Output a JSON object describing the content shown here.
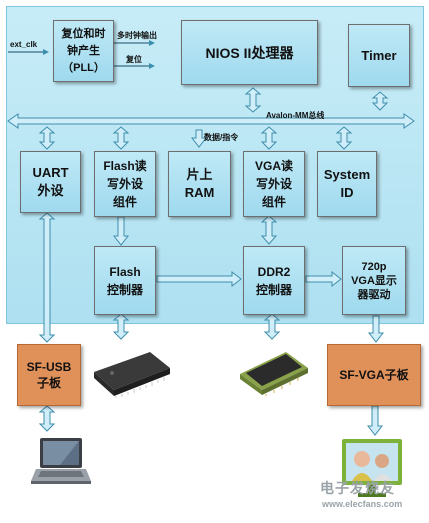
{
  "blocks": {
    "pll": "复位和时\n钟产生\n（PLL）",
    "nios": "NIOS  II处理器",
    "timer": "Timer",
    "uart": "UART\n外设",
    "flash_rw": "Flash读\n写外设\n组件",
    "ram": "片上\nRAM",
    "vga_rw": "VGA读\n写外设\n组件",
    "sysid": "System\nID",
    "flash_ctrl": "Flash\n控制器",
    "ddr2_ctrl": "DDR2\n控制器",
    "vga_drv": "720p\nVGA显示\n器驱动",
    "sf_usb": "SF-USB\n子板",
    "sf_vga": "SF-VGA子板"
  },
  "labels": {
    "ext_clk": "ext_clk",
    "multi_clock": "多时钟输出",
    "reset": "复位",
    "bus": "Avalon-MM总线",
    "data_cmd": "数据/指令"
  },
  "icons": [
    "flash-chip-icon",
    "ddr2-chip-icon",
    "laptop-icon",
    "monitor-icon"
  ],
  "watermark": {
    "cn": "电子发烧友",
    "url": "www.elecfans.com"
  },
  "colors": {
    "panel": "#aee0f1",
    "block": "#a9ddf0",
    "board": "#e0915a",
    "arrow": "#a8dcef"
  }
}
